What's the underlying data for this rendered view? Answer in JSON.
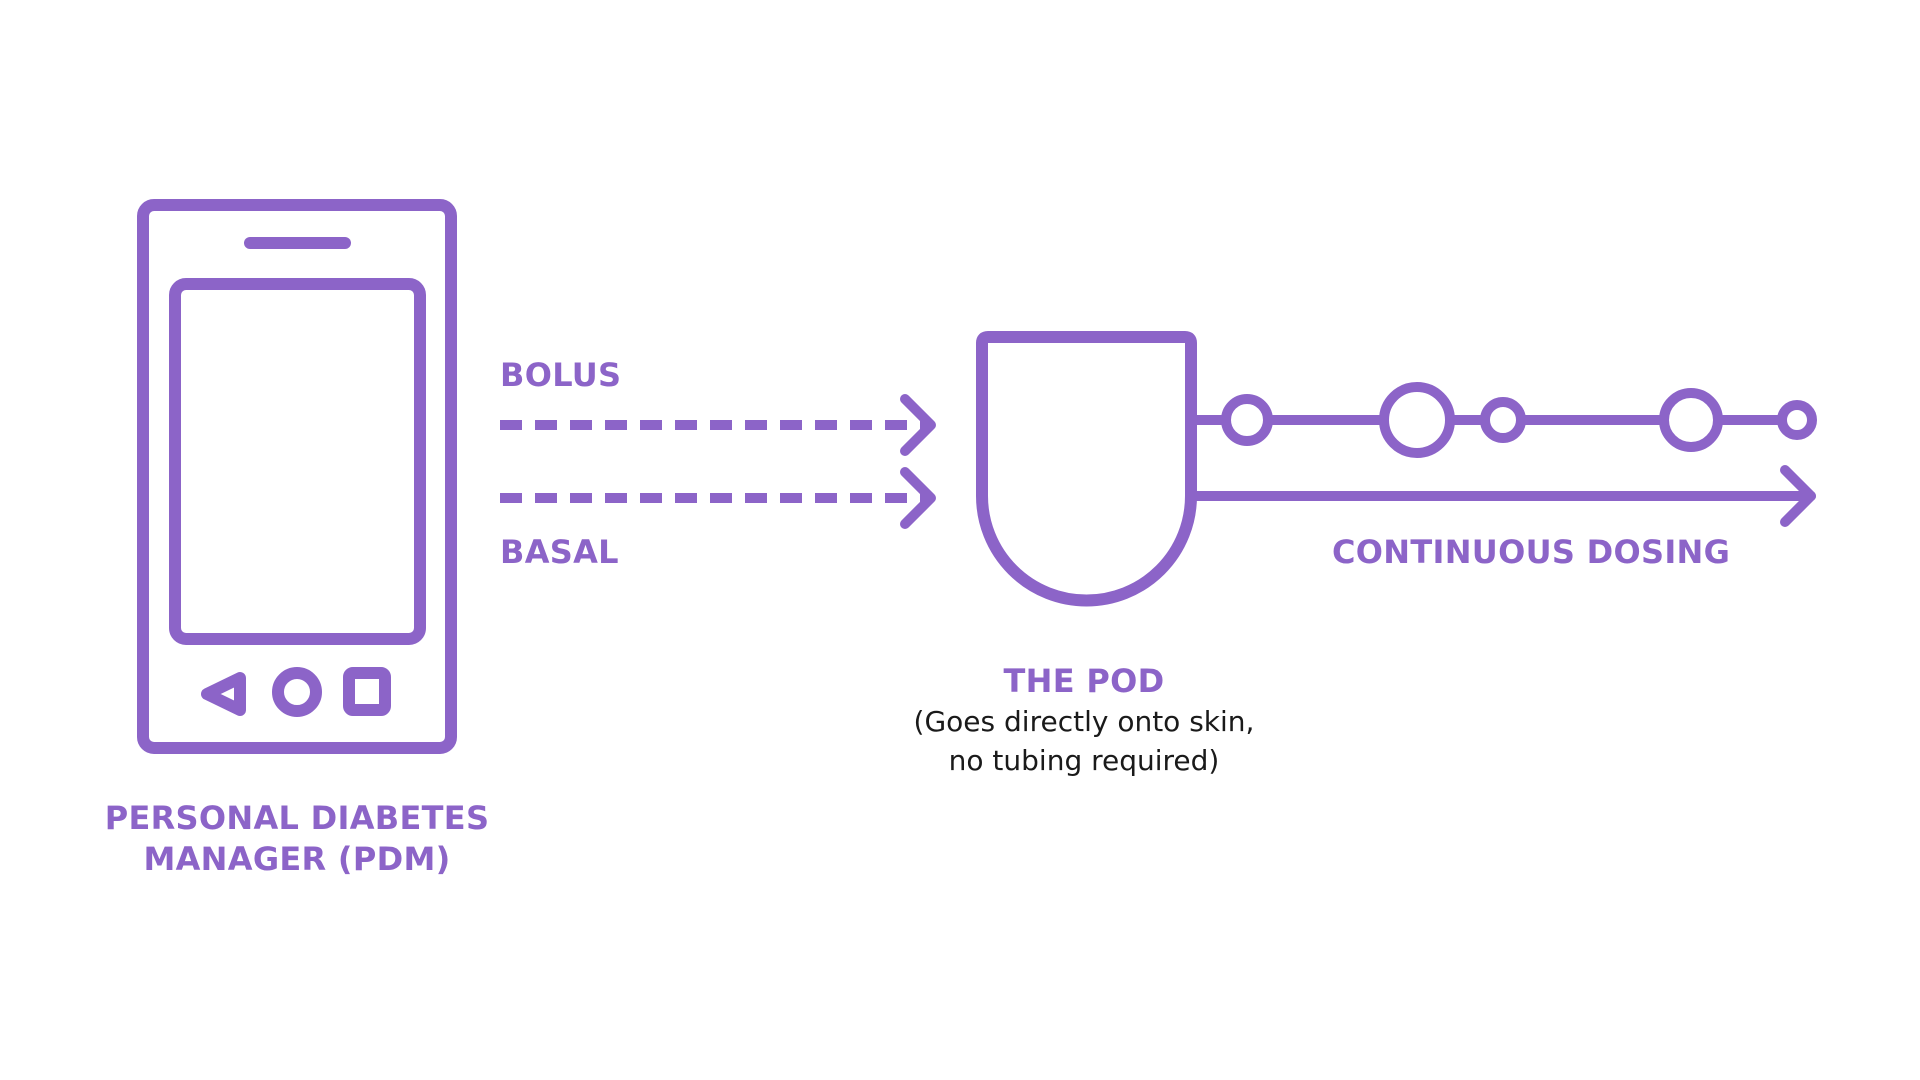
{
  "colors": {
    "accent": "#8c64c8",
    "text_dark": "#1a1a1a",
    "background": "#ffffff"
  },
  "icons": {
    "pdm": "smartphone-icon",
    "pod": "pod-icon",
    "nav_back": "triangle-back-icon",
    "nav_home": "circle-home-icon",
    "nav_recent": "square-recent-icon"
  },
  "pdm": {
    "label_line1": "PERSONAL DIABETES",
    "label_line2": "MANAGER (PDM)"
  },
  "signals": {
    "bolus_label": "BOLUS",
    "basal_label": "BASAL"
  },
  "pod": {
    "title": "THE POD",
    "subtitle_line1": "(Goes directly onto skin,",
    "subtitle_line2": "no tubing required)"
  },
  "output": {
    "continuous_label": "CONTINUOUS DOSING"
  }
}
